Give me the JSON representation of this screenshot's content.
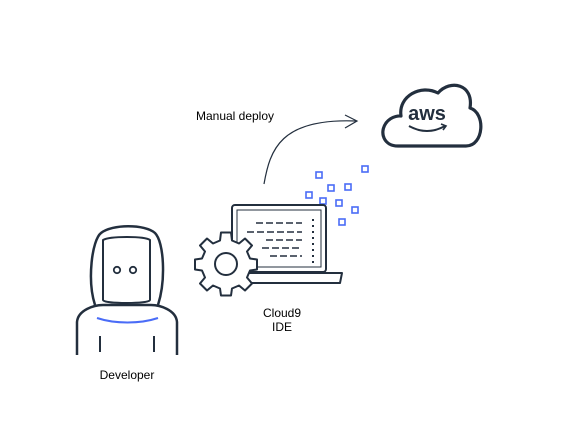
{
  "labels": {
    "manual_deploy": "Manual deploy",
    "cloud9_line1": "Cloud9",
    "cloud9_line2": "IDE",
    "developer": "Developer"
  },
  "aws_logo": {
    "text": "aws"
  },
  "icons": {
    "developer": "developer-person-icon",
    "cloud9": "cloud9-laptop-gear-icon",
    "aws": "aws-cloud-icon"
  },
  "colors": {
    "stroke": "#232f3e",
    "accent": "#4a6cf7",
    "background": "#ffffff"
  }
}
